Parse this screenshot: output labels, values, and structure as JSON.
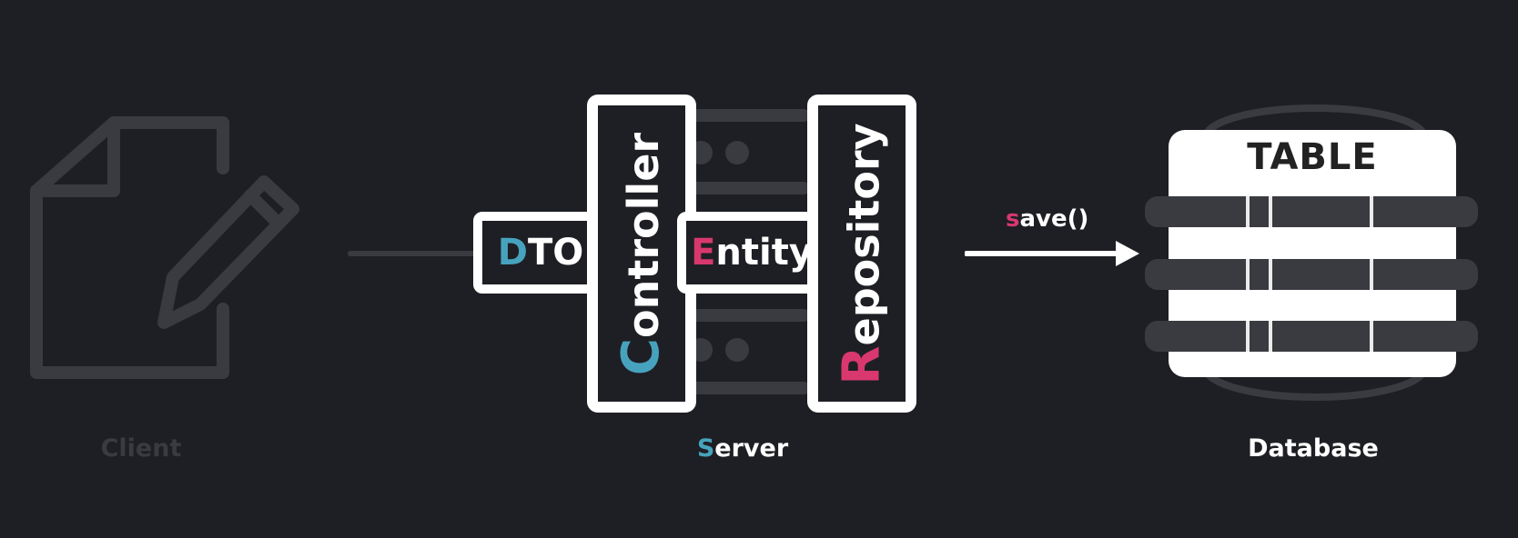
{
  "client": {
    "label": "Client",
    "icon": "document-edit-icon"
  },
  "server": {
    "label_first": "S",
    "label_rest": "erver",
    "dto": {
      "first": "D",
      "rest": "TO"
    },
    "controller": {
      "first": "C",
      "rest": "ontroller"
    },
    "entity": {
      "first": "E",
      "rest": "ntity"
    },
    "repository": {
      "first": "R",
      "rest": "epository"
    },
    "icon": "server-rack-icon"
  },
  "arrow": {
    "method_first": "s",
    "method_rest": "ave()"
  },
  "database": {
    "label": "Database",
    "table_title": "TABLE",
    "icon": "database-cylinder-icon"
  },
  "colors": {
    "background": "#1e1f24",
    "accent_blue": "#47a3bd",
    "accent_red": "#d8386e",
    "faded": "#3a3b40",
    "white": "#ffffff"
  }
}
